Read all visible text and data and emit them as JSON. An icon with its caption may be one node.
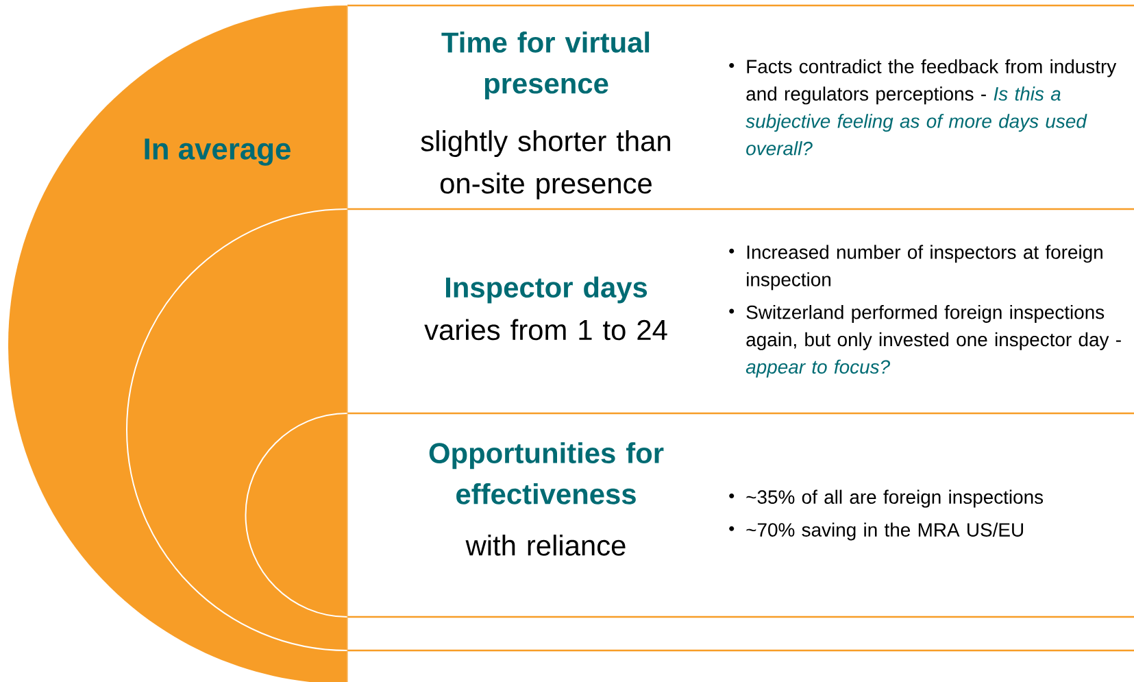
{
  "diagram": {
    "nodes": [
      {
        "text": [
          "In average"
        ]
      },
      {
        "text": [],
        "shape": "circle",
        "in": 0
      },
      {
        "text": [],
        "shape": "circle",
        "in": 1
      },
      {
        "text": [
          "Time for virtual presence",
          "slightly shorter than on-site presence",
          "Facts contradict the feedback from industry and regulators perceptions - *Is this a subjective feeling as of more days used overall?*"
        ]
      },
      {
        "text": [
          "Inspector days",
          "varies from 1 to 24",
          "Increased number of inspectors at foreign inspection",
          "Switzerland performed foreign inspections again, but only invested one inspector day - *appear to focus?*"
        ]
      },
      {
        "text": [
          "Opportunities for effectiveness",
          "with reliance",
          "~35% of all are foreign inspections",
          "~70% saving in the MRA US/EU"
        ]
      }
    ]
  }
}
